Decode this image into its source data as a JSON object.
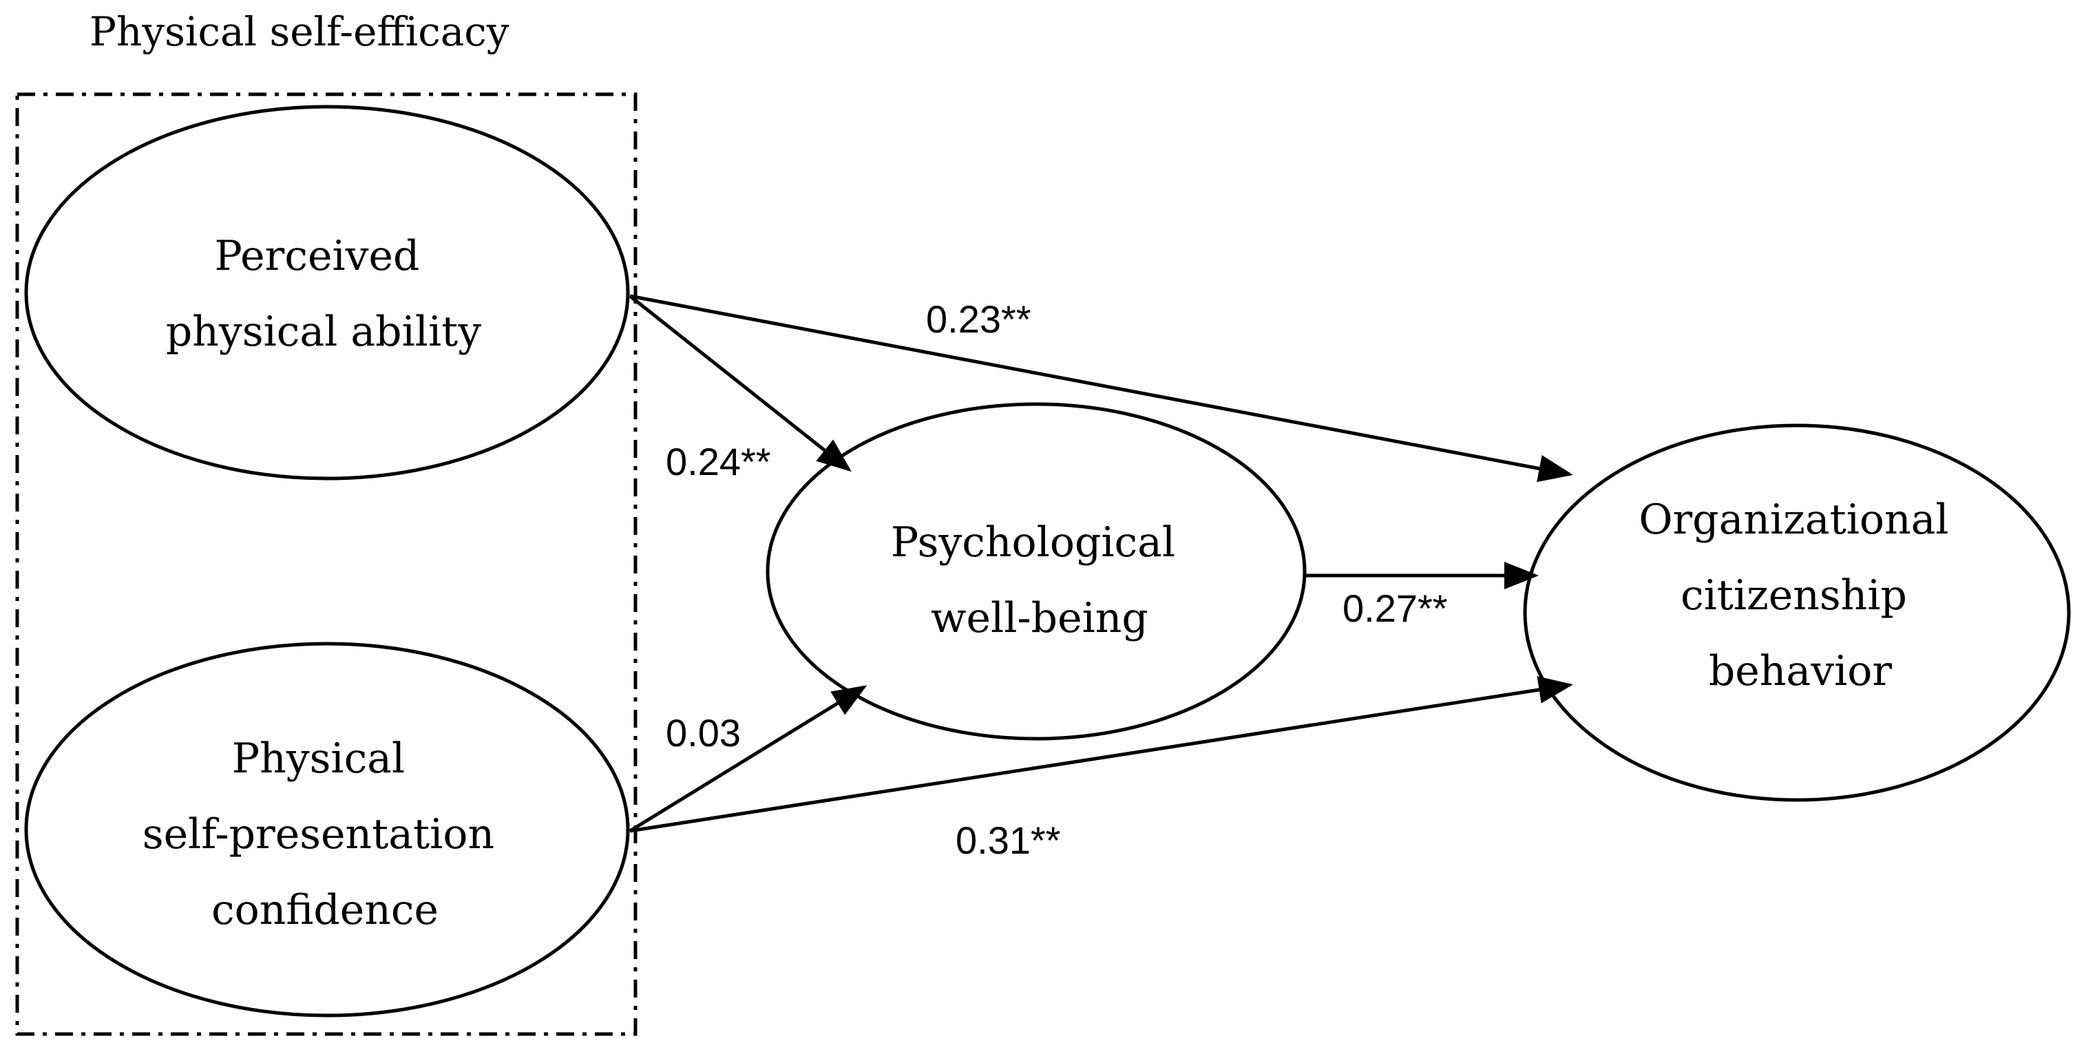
{
  "group": {
    "title": "Physical self-efficacy"
  },
  "nodes": {
    "perceived_physical_ability": {
      "lines": [
        "Perceived",
        "physical ability"
      ]
    },
    "physical_self_presentation_confidence": {
      "lines": [
        "Physical",
        "self-presentation",
        "confidence"
      ]
    },
    "psychological_well_being": {
      "lines": [
        "Psychological",
        "well-being"
      ]
    },
    "organizational_citizenship_behavior": {
      "lines": [
        "Organizational",
        "citizenship",
        "behavior"
      ]
    }
  },
  "paths": {
    "ability_to_wellbeing": "0.24**",
    "ability_to_ocb": "0.23**",
    "confidence_to_wellbeing": "0.03",
    "confidence_to_ocb": "0.31**",
    "wellbeing_to_ocb": "0.27**"
  },
  "colors": {
    "stroke": "#000000",
    "background": "#ffffff"
  }
}
